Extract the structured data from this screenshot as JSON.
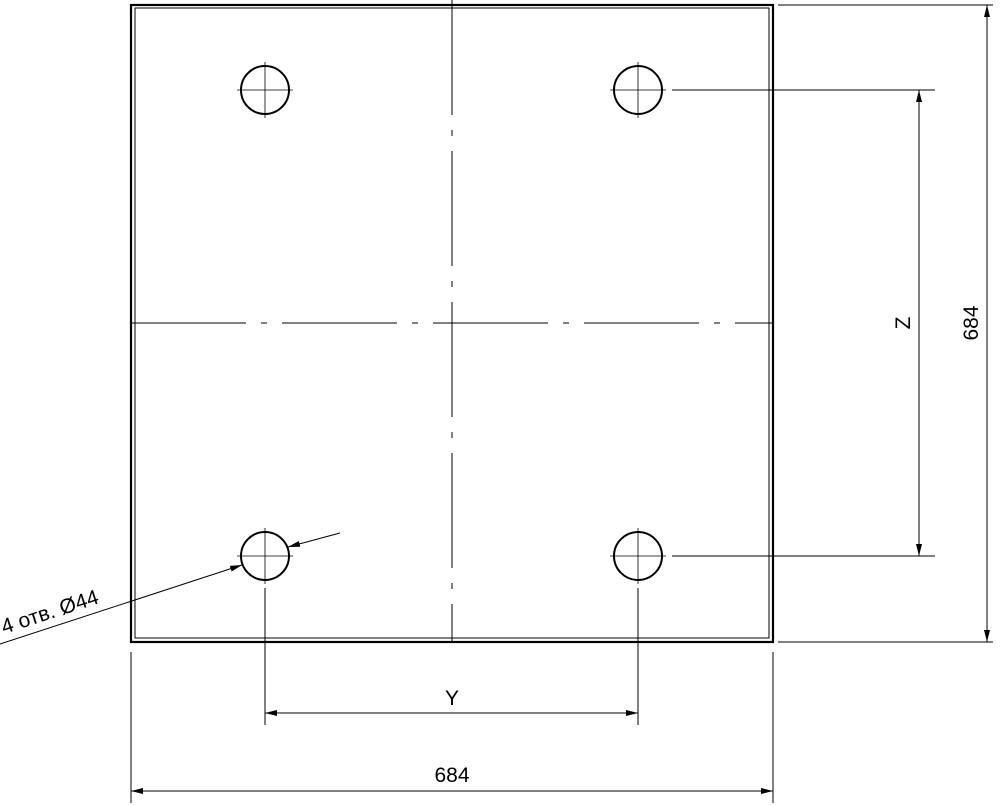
{
  "drawing": {
    "plate_width_label": "684",
    "plate_height_label": "684",
    "hole_spacing_horizontal_label": "Y",
    "hole_spacing_vertical_label": "Z",
    "holes_callout": "4 отв. Ø44",
    "hole_count": 4,
    "colors": {
      "line": "#000000",
      "background": "#ffffff"
    }
  }
}
